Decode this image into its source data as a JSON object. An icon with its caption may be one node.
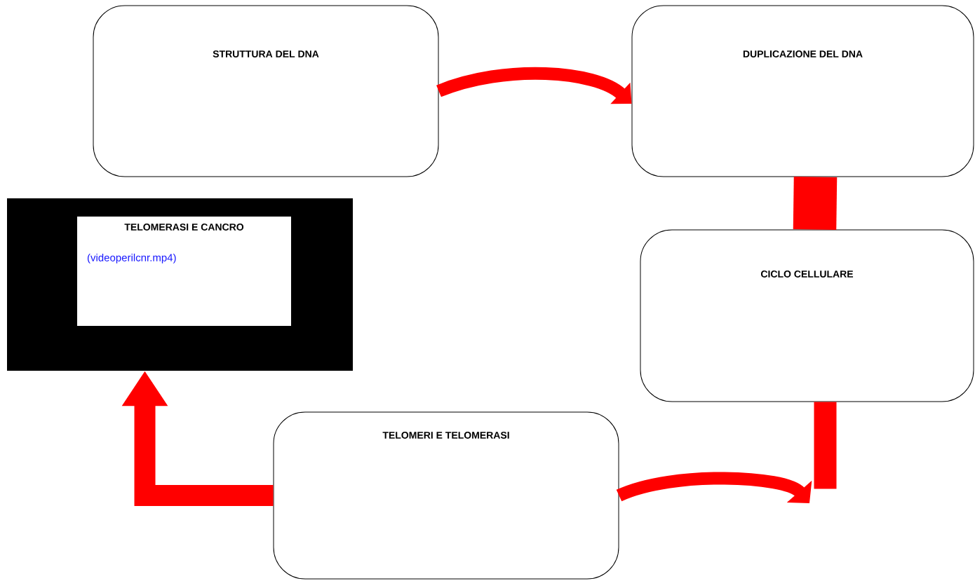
{
  "diagram": {
    "nodes": [
      {
        "text": [
          "STRUTTURA DEL DNA"
        ]
      },
      {
        "text": [
          "DUPLICAZIONE DEL DNA"
        ]
      },
      {
        "text": [
          "CICLO CELLULARE"
        ]
      },
      {
        "text": [
          "TELOMERI E TELOMERASI"
        ]
      },
      {
        "text": [],
        "shape": "box"
      },
      {
        "text": [
          "TELOMERASI E CANCRO",
          "(videoperilcnr.mp4)"
        ],
        "in": 4
      }
    ],
    "edges": [
      {
        "from": 0,
        "to": 1,
        "arrow": "to"
      },
      {
        "from": 1,
        "to": 2,
        "arrow": "none",
        "style": "thick"
      },
      {
        "from": 2,
        "to": null,
        "arrow": "none"
      },
      {
        "from": 3,
        "to": null,
        "arrow": "to"
      },
      {
        "from": 3,
        "to": 4,
        "arrow": "to"
      }
    ]
  }
}
